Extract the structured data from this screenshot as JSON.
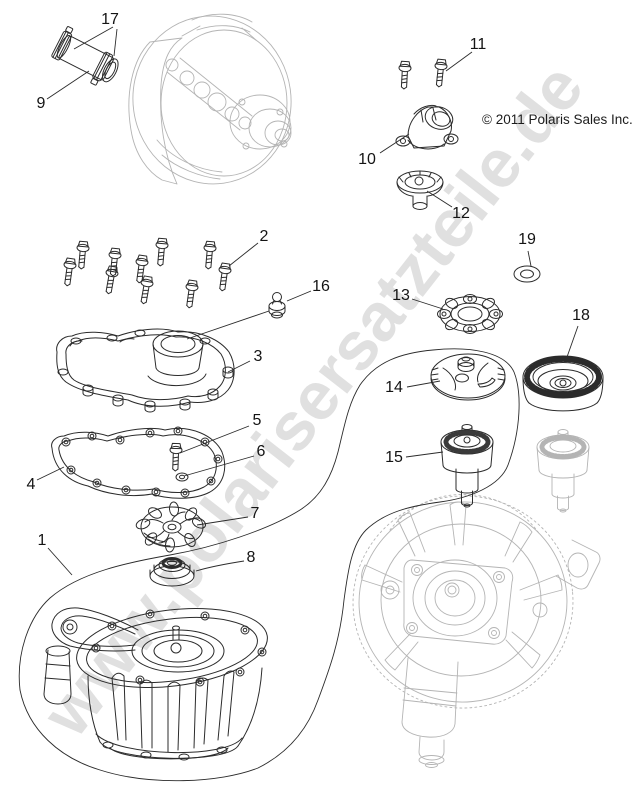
{
  "watermark": {
    "text": "www.polarisersatzteile.de"
  },
  "copyright": {
    "text": "© 2011 Polaris Sales Inc."
  },
  "callouts": [
    {
      "number": "17"
    },
    {
      "number": "9"
    },
    {
      "number": "11"
    },
    {
      "number": "10"
    },
    {
      "number": "12"
    },
    {
      "number": "2"
    },
    {
      "number": "19"
    },
    {
      "number": "16"
    },
    {
      "number": "13"
    },
    {
      "number": "18"
    },
    {
      "number": "3"
    },
    {
      "number": "14"
    },
    {
      "number": "5"
    },
    {
      "number": "6"
    },
    {
      "number": "4"
    },
    {
      "number": "15"
    },
    {
      "number": "7"
    },
    {
      "number": "1"
    },
    {
      "number": "8"
    }
  ]
}
